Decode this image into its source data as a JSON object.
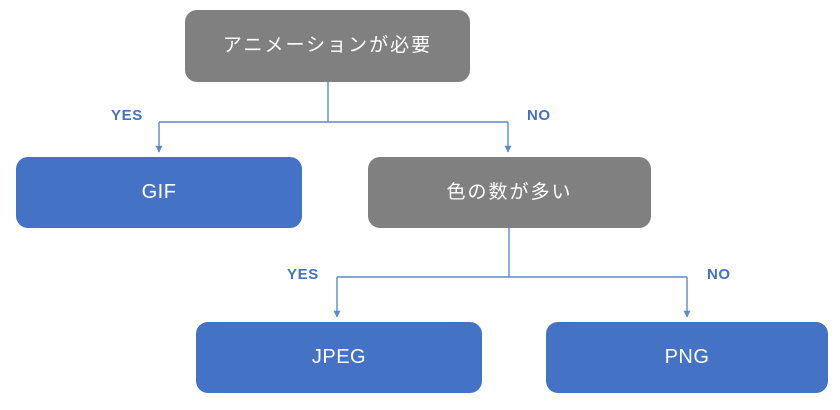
{
  "diagram": {
    "title": "",
    "colors": {
      "decision_fill": "#808080",
      "result_fill": "#4472C4",
      "connector": "#5B8BD0",
      "label_text": "#4472C4",
      "node_text": "#ffffff",
      "background": "#ffffff"
    },
    "nodes": [
      {
        "id": "root",
        "label": "アニメーションが必要",
        "type": "decision"
      },
      {
        "id": "gif",
        "label": "GIF",
        "type": "result"
      },
      {
        "id": "colors",
        "label": "色の数が多い",
        "type": "decision"
      },
      {
        "id": "jpeg",
        "label": "JPEG",
        "type": "result"
      },
      {
        "id": "png",
        "label": "PNG",
        "type": "result"
      }
    ],
    "edges": [
      {
        "from": "root",
        "to": "gif",
        "label": "YES"
      },
      {
        "from": "root",
        "to": "colors",
        "label": "NO"
      },
      {
        "from": "colors",
        "to": "jpeg",
        "label": "YES"
      },
      {
        "from": "colors",
        "to": "png",
        "label": "NO"
      }
    ]
  }
}
